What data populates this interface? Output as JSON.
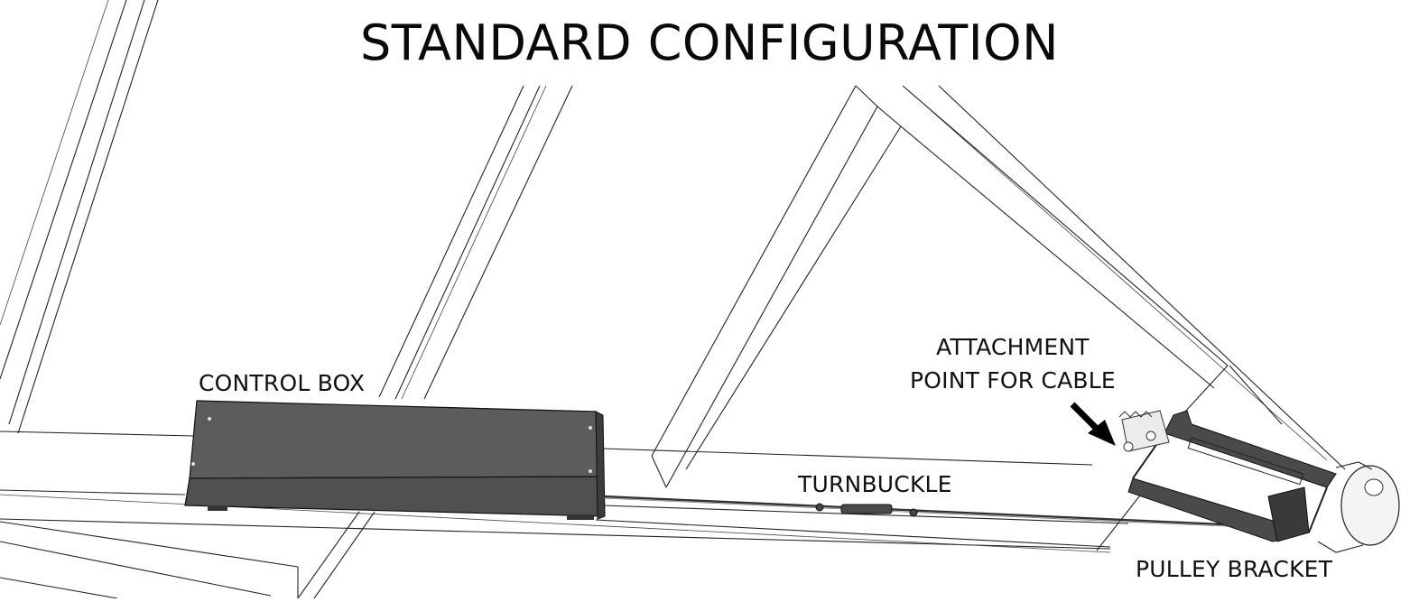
{
  "title": "STANDARD CONFIGURATION",
  "labels": {
    "control_box": "CONTROL BOX",
    "attachment_point_line1": "ATTACHMENT",
    "attachment_point_line2": "POINT FOR CABLE",
    "turnbuckle": "TURNBUCKLE",
    "pulley_bracket": "PULLEY BRACKET"
  },
  "colors": {
    "background": "#ffffff",
    "line": "#222222",
    "control_box_fill": "#595959",
    "hardware_fill": "#4a4a4a"
  }
}
